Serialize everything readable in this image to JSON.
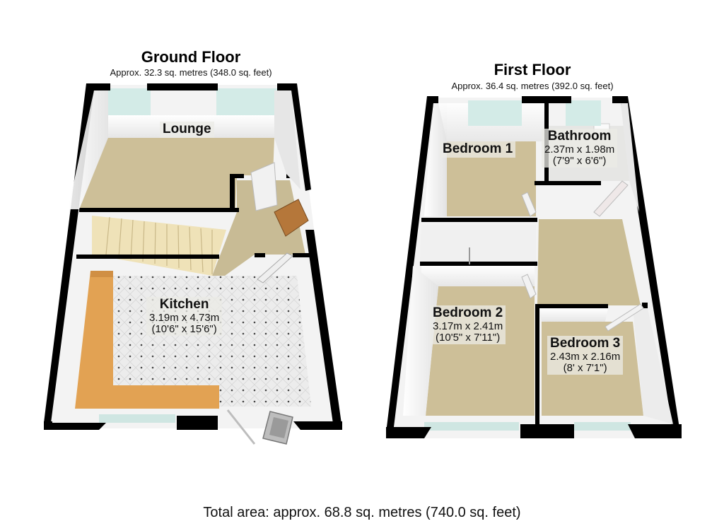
{
  "ground_floor": {
    "title": "Ground Floor",
    "area": "Approx. 32.3 sq. metres (348.0 sq. feet)",
    "rooms": [
      {
        "name": "Lounge"
      },
      {
        "name": "Kitchen",
        "dim_metric": "3.19m x 4.73m",
        "dim_imperial": "(10'6\" x 15'6\")"
      }
    ]
  },
  "first_floor": {
    "title": "First Floor",
    "area": "Approx. 36.4 sq. metres (392.0 sq. feet)",
    "rooms": [
      {
        "name": "Bedroom 1"
      },
      {
        "name": "Bathroom",
        "dim_metric": "2.37m x 1.98m",
        "dim_imperial": "(7'9\" x 6'6\")"
      },
      {
        "name": "Bedroom 2",
        "dim_metric": "3.17m x 2.41m",
        "dim_imperial": "(10'5\" x 7'11\")"
      },
      {
        "name": "Bedroom 3",
        "dim_metric": "2.43m x 2.16m",
        "dim_imperial": "(8' x 7'1\")"
      }
    ]
  },
  "total_area": "Total area: approx. 68.8 sq. metres (740.0 sq. feet)",
  "colors": {
    "wall": "#000000",
    "inner_wall": "#f4f4f4",
    "carpet": "#cfc29a",
    "tile": "#e9e9e9",
    "worktop": "#e0a055",
    "window": "#cfe9e6",
    "door_wood": "#b5773a",
    "stairs": "#eadbb0"
  }
}
